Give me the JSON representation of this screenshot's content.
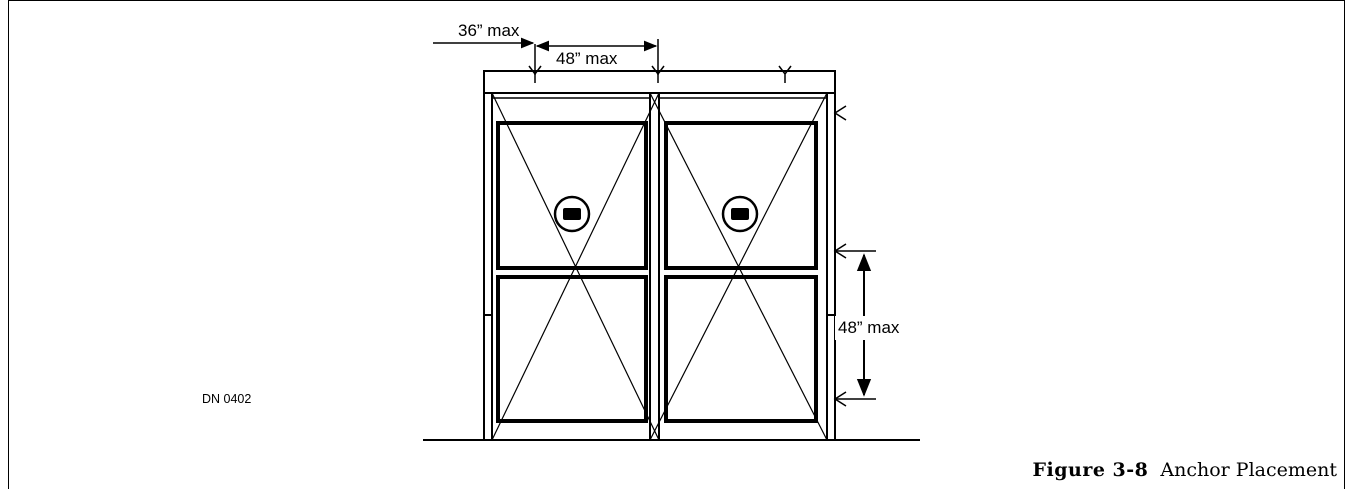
{
  "diagram": {
    "drawing_number": "DN 0402",
    "labels": {
      "edge_offset": "36” max",
      "top_spacing": "48” max",
      "side_spacing": "48” max"
    }
  },
  "caption": {
    "figure_number": "Figure 3-8",
    "figure_title": "Anchor Placement"
  }
}
